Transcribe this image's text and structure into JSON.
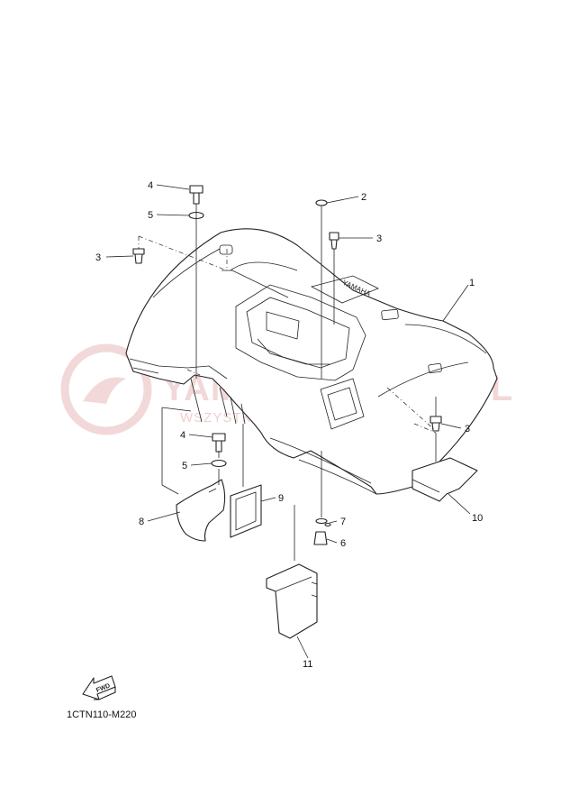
{
  "diagram_code": "1CTN110-M220",
  "fwd_label": "FWD",
  "fender_label": "YAMAHA",
  "watermark": {
    "main": "YAMAHAKLEMA.PL",
    "sub": "WSZYSTKO WIĘCEJ DO YAMAHA"
  },
  "callouts": [
    {
      "id": "c4a",
      "label": "4"
    },
    {
      "id": "c5a",
      "label": "5"
    },
    {
      "id": "c3a",
      "label": "3"
    },
    {
      "id": "c2",
      "label": "2"
    },
    {
      "id": "c3b",
      "label": "3"
    },
    {
      "id": "c1",
      "label": "1"
    },
    {
      "id": "c3c",
      "label": "3"
    },
    {
      "id": "c10",
      "label": "10"
    },
    {
      "id": "c4b",
      "label": "4"
    },
    {
      "id": "c5b",
      "label": "5"
    },
    {
      "id": "c9",
      "label": "9"
    },
    {
      "id": "c8",
      "label": "8"
    },
    {
      "id": "c7",
      "label": "7"
    },
    {
      "id": "c6",
      "label": "6"
    },
    {
      "id": "c11",
      "label": "11"
    }
  ],
  "colors": {
    "line": "#222222",
    "watermark": "#e3a9a9"
  }
}
